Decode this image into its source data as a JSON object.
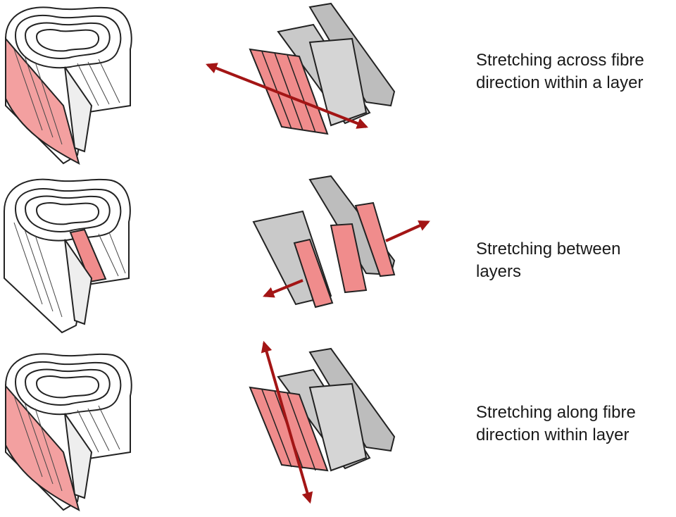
{
  "colors": {
    "highlight": "#f08c8c",
    "highlight_dark": "#d96f73",
    "arrow": "#a31515",
    "line": "#222222",
    "fibre_block": "#bdbdbd"
  },
  "rows": [
    {
      "label_lines": [
        "Stretching across fibre",
        "direction within a layer"
      ],
      "disc_icon": "laminated-disc-outer-layer-highlight-icon",
      "block_icon": "fibre-layers-front-highlight-icon",
      "arrow_icon": "arrow-across-fibres-icon"
    },
    {
      "label_lines": [
        "Stretching between",
        "layers"
      ],
      "disc_icon": "laminated-disc-interlayer-highlight-icon",
      "block_icon": "fibre-layers-between-highlight-icon",
      "arrow_icon": "arrow-between-layers-icon"
    },
    {
      "label_lines": [
        "Stretching along fibre",
        "direction within layer"
      ],
      "disc_icon": "laminated-disc-outer-layer-highlight-icon",
      "block_icon": "fibre-layers-front-highlight-icon",
      "arrow_icon": "arrow-along-fibres-icon"
    }
  ]
}
